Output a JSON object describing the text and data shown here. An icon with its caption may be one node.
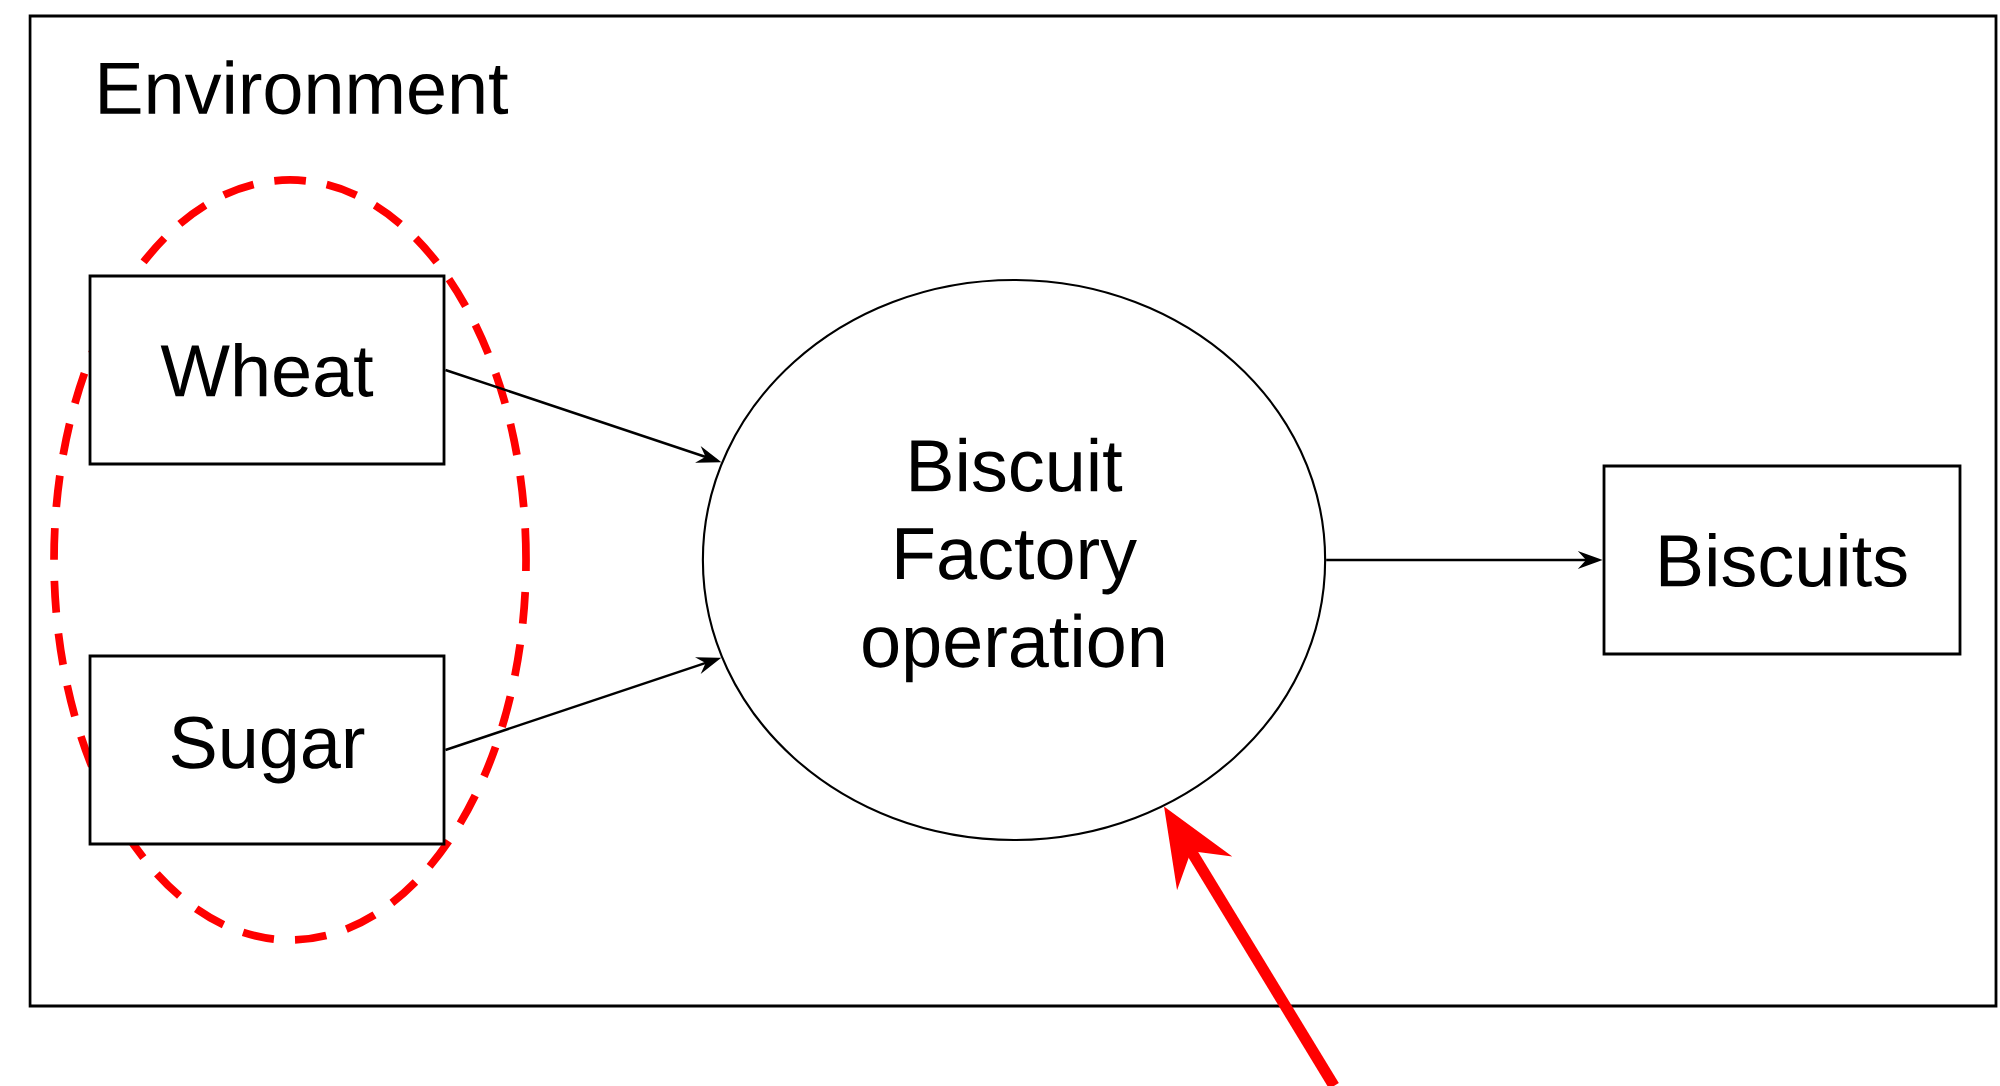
{
  "diagram": {
    "nodes": [
      {
        "text": [
          "Environment"
        ]
      },
      {
        "text": [],
        "shape": "ellipse",
        "in": 0
      },
      {
        "text": [
          "Wheat"
        ],
        "in": 1
      },
      {
        "text": [
          "Sugar"
        ],
        "in": 1
      },
      {
        "text": [
          "Biscuit Factory operation"
        ],
        "in": 0
      },
      {
        "text": [
          "Biscuits"
        ],
        "in": 0
      }
    ],
    "edges": [
      {
        "from": 2,
        "to": 4,
        "arrow": "to"
      },
      {
        "from": 3,
        "to": 4,
        "arrow": "to"
      },
      {
        "from": 4,
        "to": 5,
        "arrow": "to"
      },
      {
        "from": null,
        "to": 4,
        "arrow": "to",
        "style": "thick",
        "color": "#ff0000"
      }
    ]
  }
}
